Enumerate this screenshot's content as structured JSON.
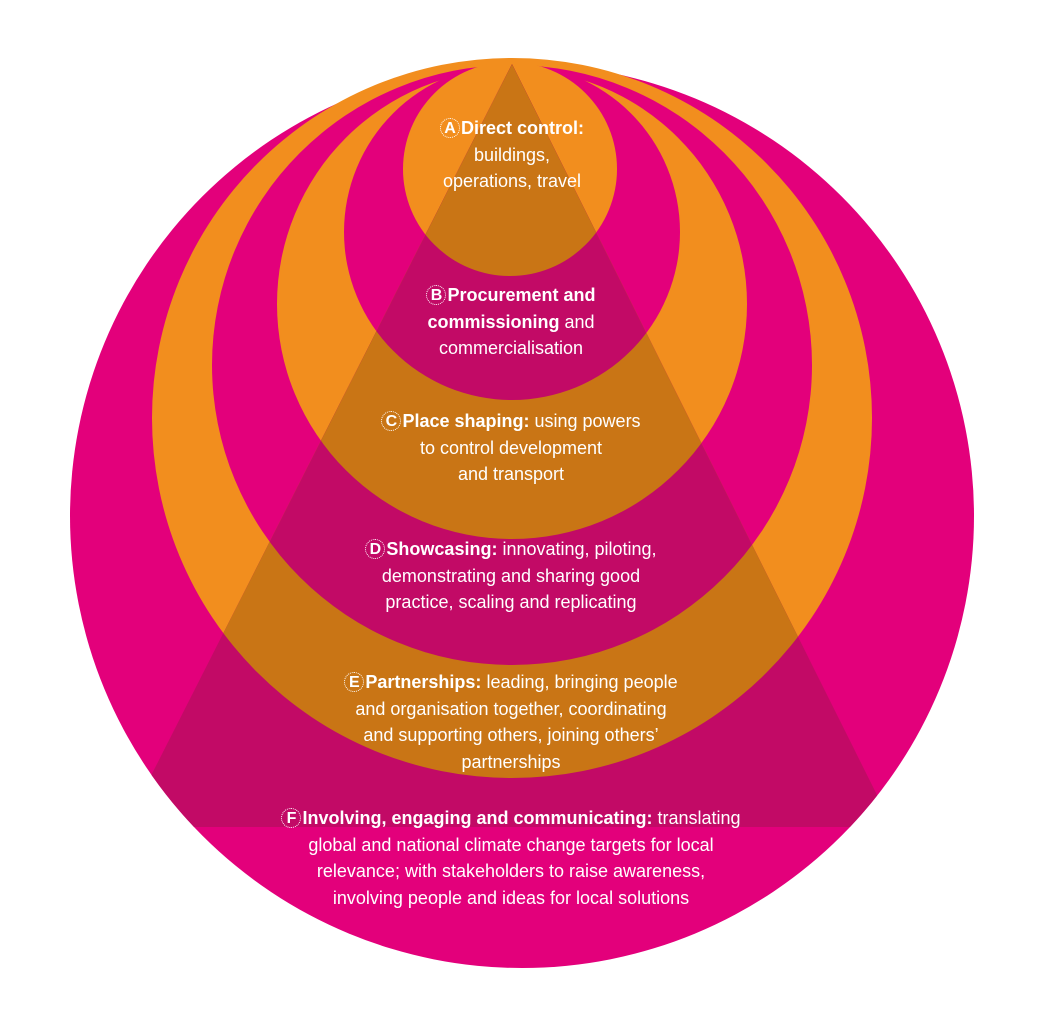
{
  "colors": {
    "magenta": "#e3007b",
    "orange": "#f28e1e",
    "triangle_on_orange": "#c97515",
    "triangle_on_magenta": "#c20a66",
    "text": "#ffffff"
  },
  "levels": [
    {
      "letter": "A",
      "title": "Direct control:",
      "text": "buildings,\noperations, travel"
    },
    {
      "letter": "B",
      "title": "Procurement and\ncommissioning",
      "text": "and\ncommercialisation"
    },
    {
      "letter": "C",
      "title": "Place shaping:",
      "text": "using powers\nto control development\nand transport"
    },
    {
      "letter": "D",
      "title": "Showcasing:",
      "text": "innovating, piloting,\ndemonstrating and sharing good\npractice, scaling and replicating"
    },
    {
      "letter": "E",
      "title": "Partnerships:",
      "text": "leading, bringing people\nand organisation together, coordinating\nand supporting others, joining others’\npartnerships"
    },
    {
      "letter": "F",
      "title": "Involving, engaging and communicating:",
      "text": "translating\nglobal and national climate change targets for local\nrelevance; with stakeholders to raise awareness,\ninvolving people and ideas for local solutions"
    }
  ]
}
